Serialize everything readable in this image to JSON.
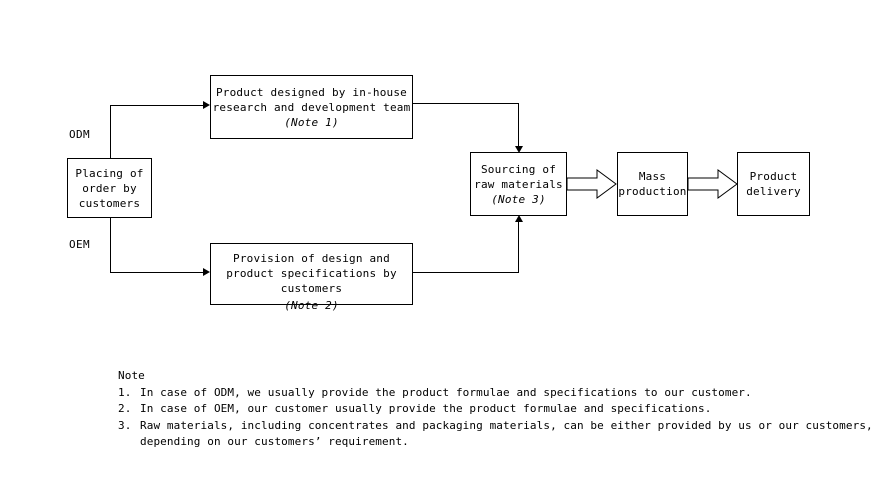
{
  "diagram": {
    "nodes": {
      "placing_order": {
        "lines": [
          "Placing of",
          "order by",
          "customers"
        ]
      },
      "odm_design": {
        "lines": [
          "Product designed by in-house",
          "research and development team"
        ],
        "note_ref": "(Note 1)"
      },
      "oem_design": {
        "lines": [
          "Provision of design and",
          "product specifications by",
          "customers"
        ],
        "note_ref": "(Note 2)"
      },
      "sourcing": {
        "lines": [
          "Sourcing of",
          "raw materials"
        ],
        "note_ref": "(Note 3)"
      },
      "mass_production": {
        "lines": [
          "Mass",
          "production"
        ]
      },
      "product_delivery": {
        "lines": [
          "Product",
          "delivery"
        ]
      }
    },
    "edge_labels": {
      "odm": "ODM",
      "oem": "OEM"
    }
  },
  "notes": {
    "title": "Note",
    "items": [
      {
        "num": "1.",
        "text": "In case of ODM, we usually provide the product formulae and specifications to our customer."
      },
      {
        "num": "2.",
        "text": "In case of OEM, our customer usually provide the product formulae and specifications."
      },
      {
        "num": "3.",
        "text": "Raw materials, including concentrates and packaging materials, can be either provided by us or our customers,",
        "cont": "depending on our customers’ requirement."
      }
    ]
  },
  "colors": {
    "stroke": "#000000",
    "background": "#ffffff"
  }
}
